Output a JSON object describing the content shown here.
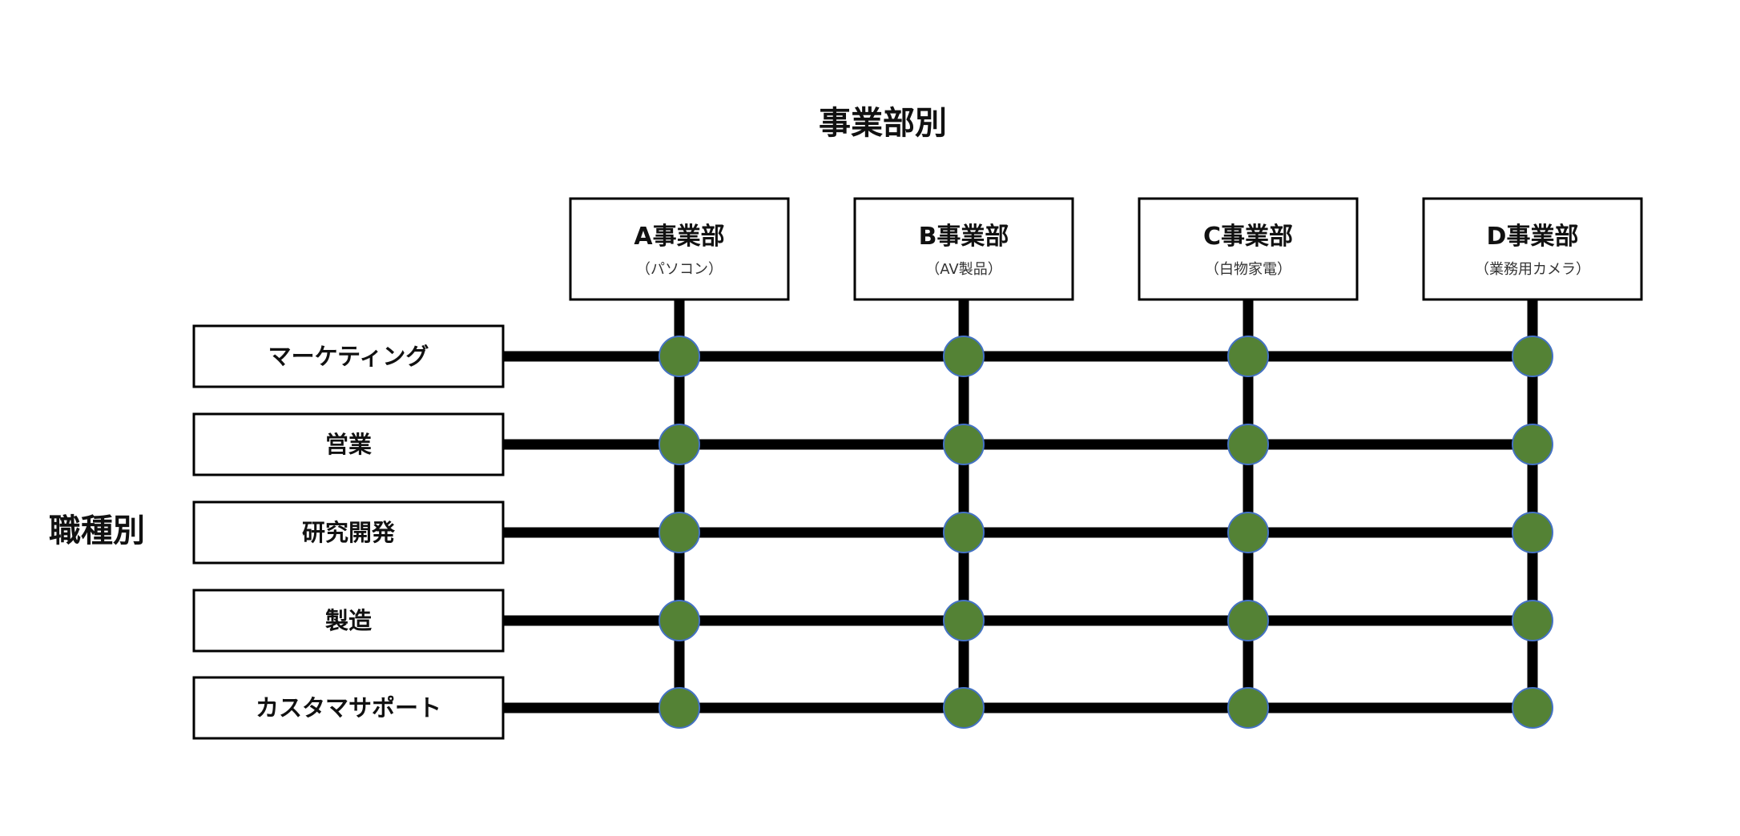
{
  "title_top": "事業部別",
  "title_left": "職種別",
  "divisions": [
    {
      "title": "A事業部",
      "subtitle": "（パソコン）"
    },
    {
      "title": "B事業部",
      "subtitle": "（AV製品）"
    },
    {
      "title": "C事業部",
      "subtitle": "（白物家電）"
    },
    {
      "title": "D事業部",
      "subtitle": "（業務用カメラ）"
    }
  ],
  "roles": [
    "マーケティング",
    "営業",
    "研究開発",
    "製造",
    "カスタマサポート"
  ],
  "colors": {
    "node_fill": "#548235",
    "node_stroke": "#4472c4",
    "line": "#000000",
    "box_border": "#000000"
  }
}
